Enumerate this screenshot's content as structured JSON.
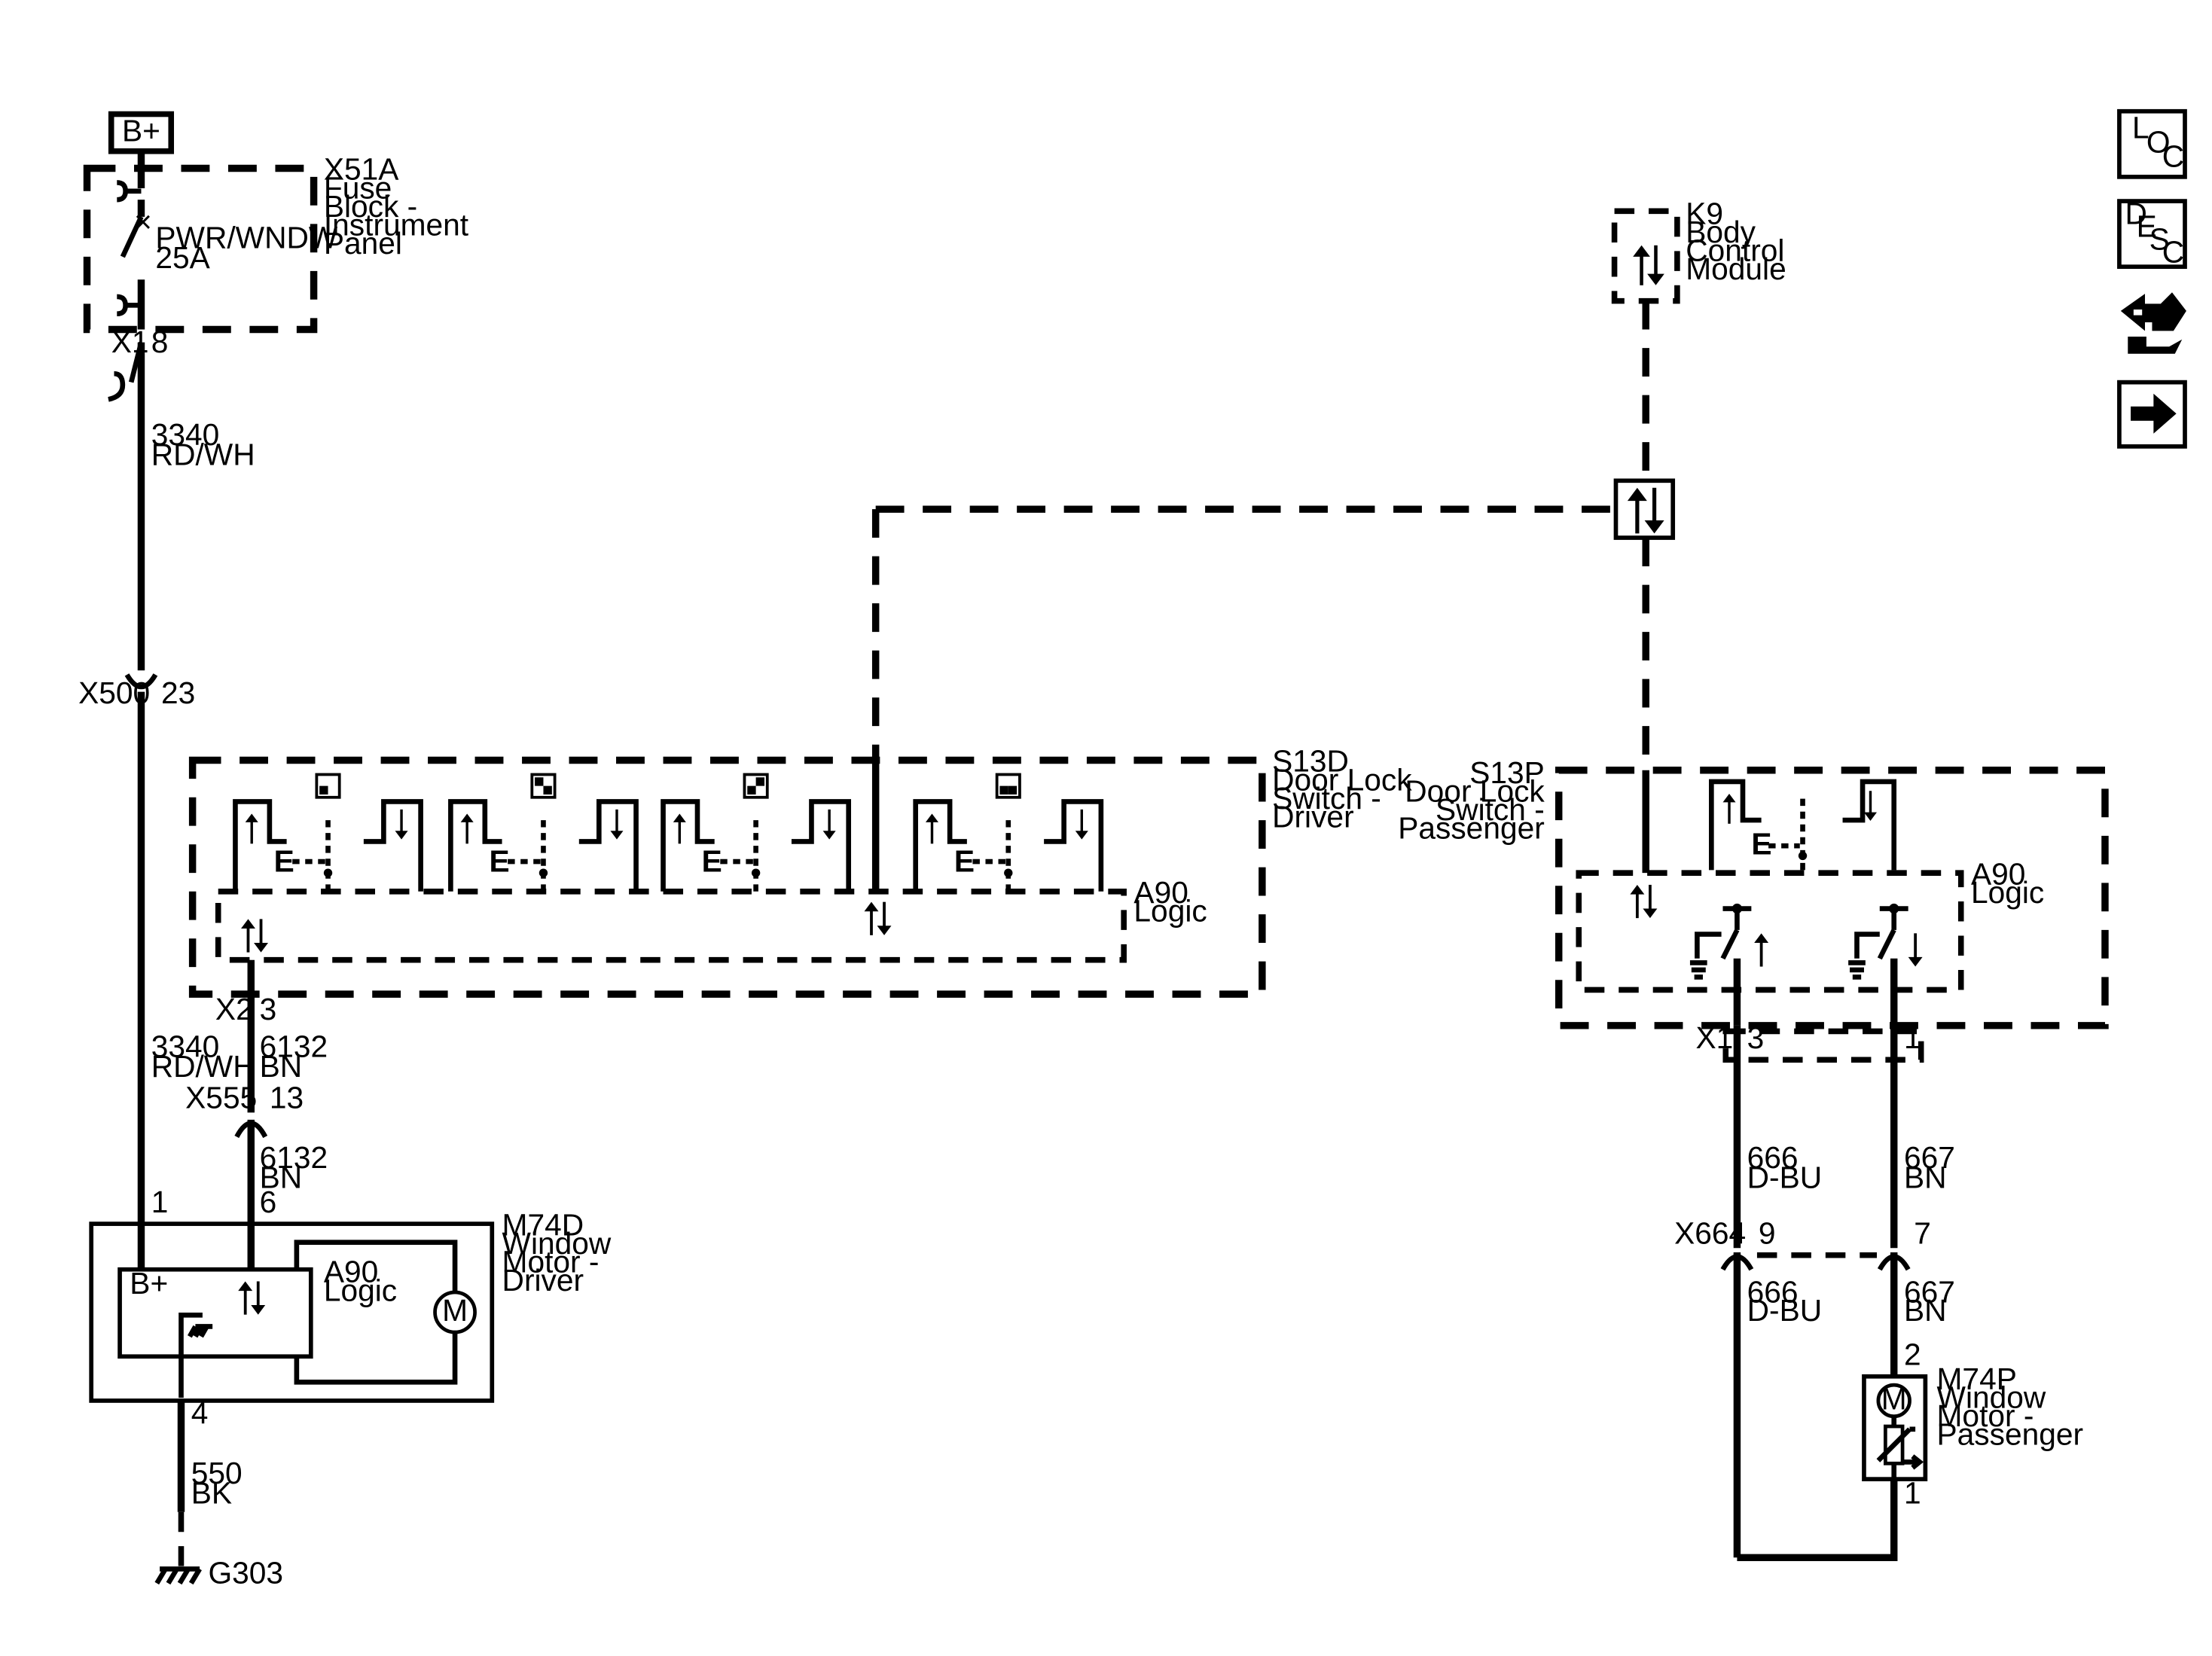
{
  "power": {
    "b_plus": "B+"
  },
  "fuse_block": {
    "id": "X51A",
    "name_lines": [
      "Fuse",
      "Block -",
      "Instrument",
      "Panel"
    ],
    "fuse_name": "PWR/WNDW",
    "fuse_rating": "25A",
    "connector": "X1",
    "pin": "8"
  },
  "wire_3340_top": {
    "circuit": "3340",
    "color": "RD/WH"
  },
  "inline_x500": {
    "id": "X500",
    "pin": "23"
  },
  "bcm": {
    "id": "K9",
    "name_lines": [
      "Body",
      "Control",
      "Module"
    ]
  },
  "s13d": {
    "id": "S13D",
    "name_lines": [
      "Door Lock",
      "Switch -",
      "Driver"
    ],
    "logic_id": "A90",
    "logic_name": "Logic",
    "connector": "X2",
    "pin": "3"
  },
  "s13p": {
    "id": "S13P",
    "name_lines": [
      "Door Lock",
      "Switch -",
      "Passenger"
    ],
    "logic_id": "A90",
    "logic_name": "Logic",
    "connector": "X1",
    "pin_up": "3",
    "pin_down": "1"
  },
  "wire_3340_bottom": {
    "circuit": "3340",
    "color": "RD/WH"
  },
  "wire_6132_upper": {
    "circuit": "6132",
    "color": "BN"
  },
  "inline_x555": {
    "id": "X555",
    "pin": "13"
  },
  "wire_6132_lower": {
    "circuit": "6132",
    "color": "BN"
  },
  "m74d": {
    "id": "M74D",
    "name_lines": [
      "Window",
      "Motor -",
      "Driver"
    ],
    "logic_id": "A90",
    "logic_name": "Logic",
    "b_plus": "B+",
    "motor": "M",
    "pin_bplus": "1",
    "pin_data": "6",
    "pin_ground": "4"
  },
  "wire_550": {
    "circuit": "550",
    "color": "BK"
  },
  "ground": {
    "id": "G303"
  },
  "wire_666_upper": {
    "circuit": "666",
    "color": "D-BU"
  },
  "wire_667_upper": {
    "circuit": "667",
    "color": "BN"
  },
  "inline_x664": {
    "id": "X664",
    "pin_left": "9",
    "pin_right": "7"
  },
  "wire_666_lower": {
    "circuit": "666",
    "color": "D-BU"
  },
  "wire_667_lower": {
    "circuit": "667",
    "color": "BN"
  },
  "m74p": {
    "id": "M74P",
    "name_lines": [
      "Window",
      "Motor -",
      "Passenger"
    ],
    "motor": "M",
    "pin_top": "2",
    "pin_bottom": "1"
  },
  "nav": {
    "loc": {
      "l": "L",
      "o": "O",
      "c": "C"
    },
    "desc": {
      "d": "D",
      "e": "E",
      "s": "S",
      "c": "C"
    },
    "icons": [
      "loc-icon",
      "desc-icon",
      "connector-end-view-icon",
      "next-arrow-icon"
    ]
  }
}
